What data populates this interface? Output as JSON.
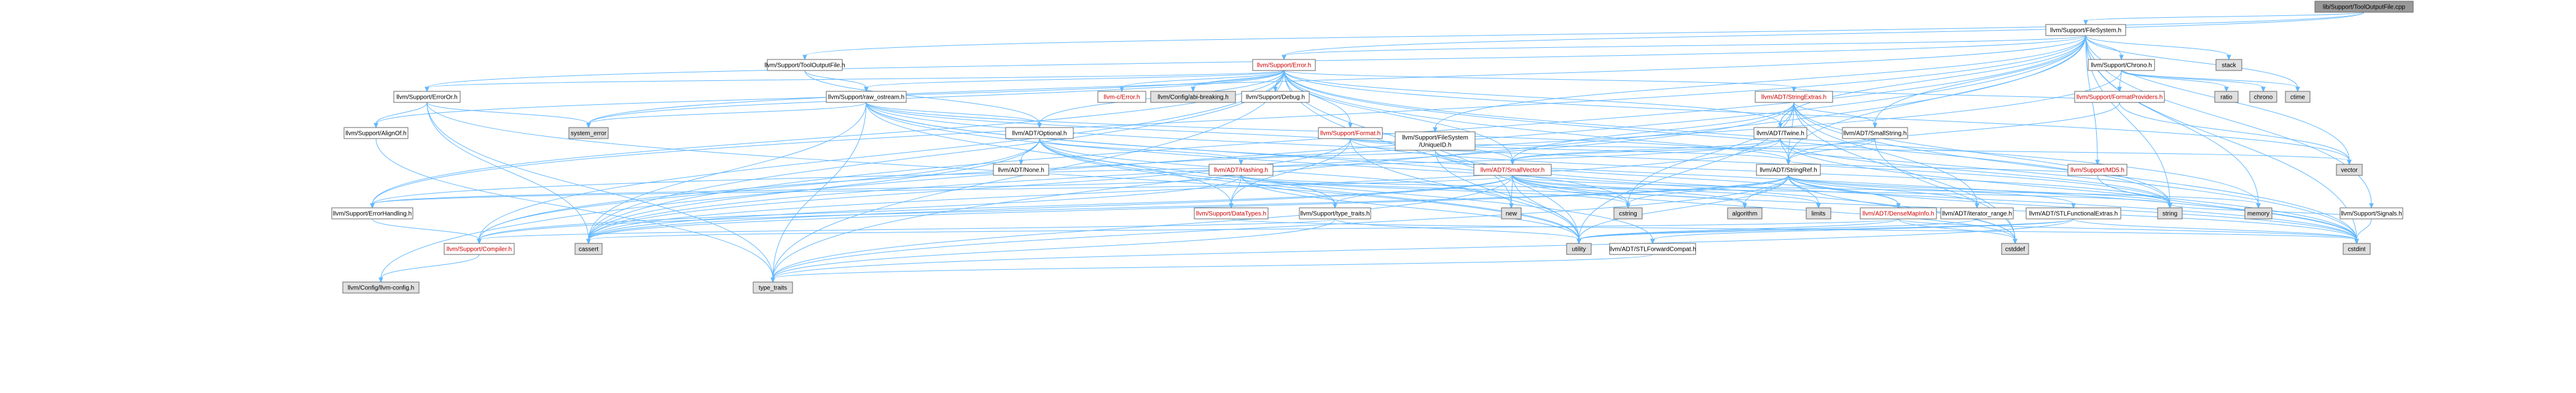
{
  "graph_title": "lib/Support/ToolOutputFile.cpp",
  "colors": {
    "root_fill": "#999999",
    "doc_fill": "#ffffff",
    "system_fill": "#e0e0e0",
    "border": "#666666",
    "red_text": "#cc0000",
    "edge": "#63b8ff"
  },
  "nodes": {
    "root": "lib/Support/ToolOutputFile.cpp",
    "filesystem": "llvm/Support/FileSystem.h",
    "error": "llvm/Support/Error.h",
    "tooloutputfile": "llvm/Support/ToolOutputFile.h",
    "stack": "stack",
    "chrono_h": "llvm/Support/Chrono.h",
    "ctime": "ctime",
    "ratio": "ratio",
    "chrono": "chrono",
    "formatproviders": "llvm/Support/FormatProviders.h",
    "md5": "llvm/Support/MD5.h",
    "vector": "vector",
    "errorh": "llvm-c/Error.h",
    "abibreaking": "llvm/Config/abi-breaking.h",
    "debug": "llvm/Support/Debug.h",
    "erroror": "llvm/Support/ErrorOr.h",
    "raw_ostream": "llvm/Support/raw_ostream.h",
    "stringextras": "llvm/ADT/StringExtras.h",
    "alignof": "llvm/Support/AlignOf.h",
    "system_error": "system_error",
    "optional": "llvm/ADT/Optional.h",
    "none": "llvm/ADT/None.h",
    "format": "llvm/Support/Format.h",
    "fsuniqueid": "llvm/Support/FileSystem/UniqueID.h",
    "twine": "llvm/ADT/Twine.h",
    "smallstring": "llvm/ADT/SmallString.h",
    "hashing": "llvm/ADT/Hashing.h",
    "smallvector": "llvm/ADT/SmallVector.h",
    "stringref": "llvm/ADT/StringRef.h",
    "signals": "llvm/Support/Signals.h",
    "errorhandling": "llvm/Support/ErrorHandling.h",
    "datatypes": "llvm/Support/DataTypes.h",
    "type_traits_h": "llvm/Support/type_traits.h",
    "new": "new",
    "cstring": "cstring",
    "algorithm": "algorithm",
    "limits": "limits",
    "densemapinfo": "llvm/ADT/DenseMapInfo.h",
    "iterator_range": "llvm/ADT/iterator_range.h",
    "stlfunctional": "llvm/ADT/STLFunctionalExtras.h",
    "string": "string",
    "memory": "memory",
    "compiler": "llvm/Support/Compiler.h",
    "cassert": "cassert",
    "utility": "utility",
    "stlforward": "llvm/ADT/STLForwardCompat.h",
    "cstddef": "cstddef",
    "cstdint": "cstdint",
    "llvmconfig": "llvm/Config/llvm-config.h",
    "type_traits": "type_traits"
  }
}
